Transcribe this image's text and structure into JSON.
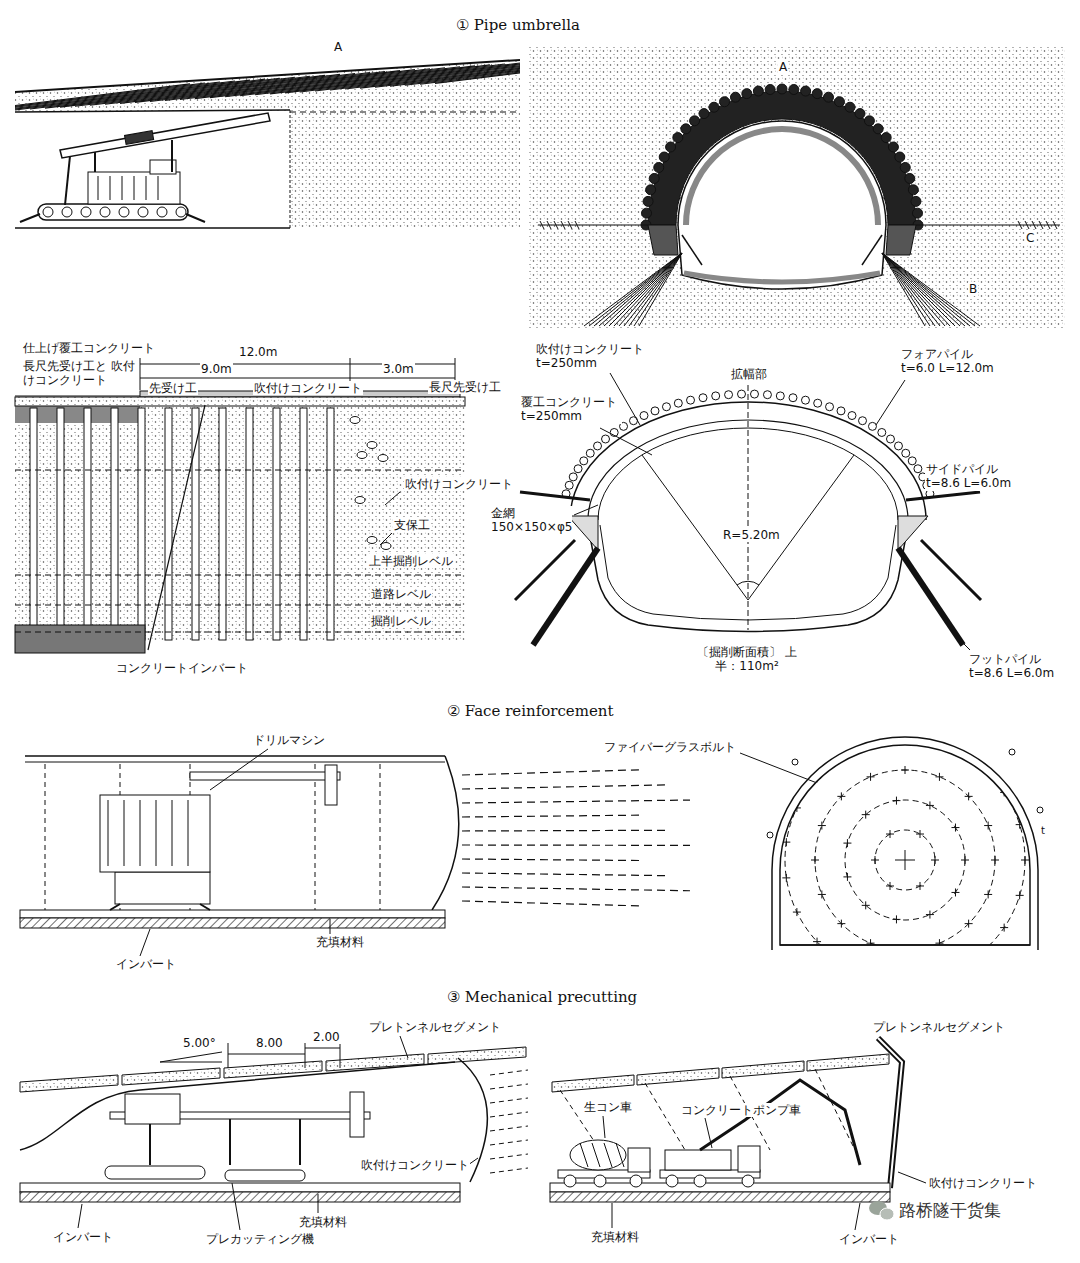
{
  "diagram": {
    "labels": [
      "① Pipe umbrella",
      "A",
      "A",
      "B",
      "C",
      "仕上げ覆工コンクリート",
      "長尺先受け工と 吹付けコンクリート",
      "12.0m",
      "9.0m",
      "3.0m",
      "吹付けコンクリート",
      "先受け工",
      "長尺先受け工",
      "吹付けコンクリート",
      "支保工",
      "上半掘削レベル",
      "道路レベル",
      "掘削レベル",
      "コンクリートインバート",
      "吹付けコンクリート t=250mm",
      "拡幅部",
      "フォアパイル t=6.0 L=12.0m",
      "覆工コンクリート t=250mm",
      "サイドパイル t=8.6 L=6.0m",
      "金網 150×150×φ5",
      "R=5.20m",
      "〔掘削断面積〕 上半：110m²",
      "フットパイル t=8.6 L=6.0m",
      "② Face reinforcement",
      "ドリルマシン",
      "ファイバーグラスボルト",
      "t",
      "充填材料",
      "インバート",
      "③ Mechanical precutting",
      "5.00°",
      "8.00",
      "2.00",
      "プレトンネルセグメント",
      "吹付けコンクリート",
      "インバート",
      "プレカッティング機",
      "充填材料",
      "プレトンネルセグメント",
      "生コン車",
      "コンクリートポンプ車",
      "吹付けコンクリート",
      "充填材料",
      "インバート",
      "路桥隧干货集"
    ]
  }
}
